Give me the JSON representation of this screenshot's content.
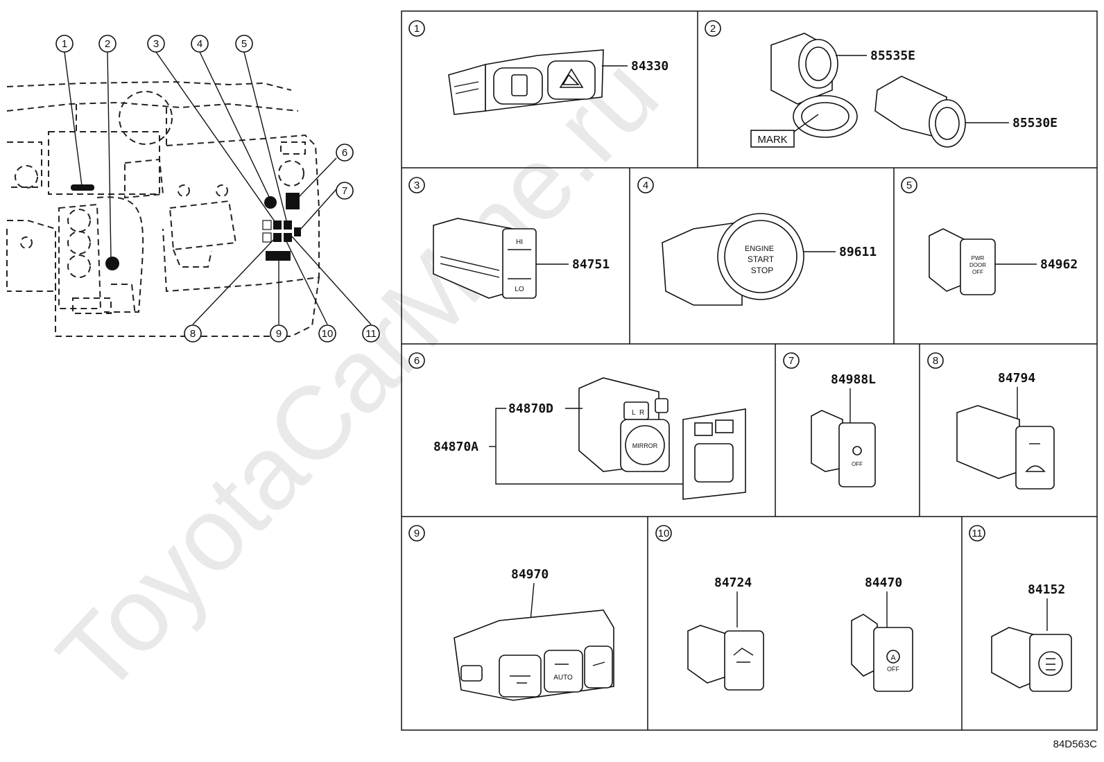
{
  "watermark": "ToyotaCarMine.ru",
  "drawing_code": "84D563C",
  "callouts": [
    "1",
    "2",
    "3",
    "4",
    "5",
    "6",
    "7",
    "8",
    "9",
    "10",
    "11"
  ],
  "panels": [
    {
      "index": "1",
      "parts": [
        "84330"
      ]
    },
    {
      "index": "2",
      "parts": [
        "85535E",
        "85530E"
      ],
      "note": "MARK"
    },
    {
      "index": "3",
      "parts": [
        "84751"
      ],
      "labels": [
        "HI",
        "LO"
      ]
    },
    {
      "index": "4",
      "parts": [
        "89611"
      ],
      "labels": [
        "ENGINE",
        "START",
        "STOP"
      ]
    },
    {
      "index": "5",
      "parts": [
        "84962"
      ],
      "labels": [
        "PWR",
        "DOOR",
        "OFF"
      ]
    },
    {
      "index": "6",
      "parts": [
        "84870D",
        "84870A"
      ],
      "labels": [
        "MIRROR",
        "L",
        "R"
      ]
    },
    {
      "index": "7",
      "parts": [
        "84988L"
      ],
      "labels": [
        "OFF"
      ]
    },
    {
      "index": "8",
      "parts": [
        "84794"
      ]
    },
    {
      "index": "9",
      "parts": [
        "84970"
      ],
      "labels": [
        "AUTO"
      ]
    },
    {
      "index": "10",
      "parts": [
        "84724",
        "84470"
      ],
      "labels": [
        "A",
        "OFF"
      ]
    },
    {
      "index": "11",
      "parts": [
        "84152"
      ]
    }
  ]
}
